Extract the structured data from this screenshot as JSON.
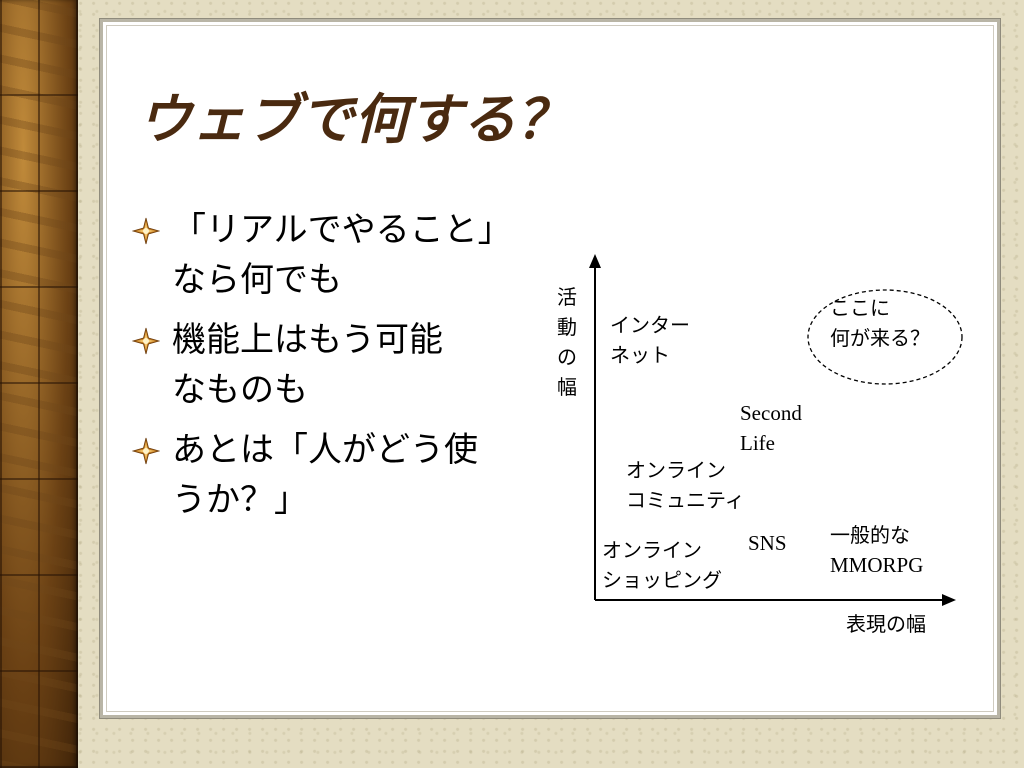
{
  "slide": {
    "title": "ウェブで何する？",
    "bullets": [
      {
        "line1": "「リアルでやること」",
        "line2": "なら何でも"
      },
      {
        "line1": "機能上はもう可能",
        "line2": "なものも"
      },
      {
        "line1": "あとは「人がどう使",
        "line2": "うか？」"
      }
    ]
  },
  "diagram": {
    "y_axis_chars": [
      "活",
      "動",
      "の",
      "幅"
    ],
    "x_axis_label": "表現の幅",
    "items": {
      "internet": {
        "line1": "インター",
        "line2": "ネット"
      },
      "question": {
        "line1": "ここに",
        "line2": "何が来る？"
      },
      "second_life": {
        "line1": "Second",
        "line2": "Life"
      },
      "online_community": {
        "line1": "オンライン",
        "line2": "コミュニティ"
      },
      "online_shopping": {
        "line1": "オンライン",
        "line2": "ショッピング"
      },
      "sns": "SNS",
      "mmorpg": {
        "line1": "一般的な",
        "line2": "MMORPG"
      }
    }
  },
  "colors": {
    "title": "#4a2a10",
    "wood": "#7a4a18",
    "background": "#e4ddc2"
  }
}
